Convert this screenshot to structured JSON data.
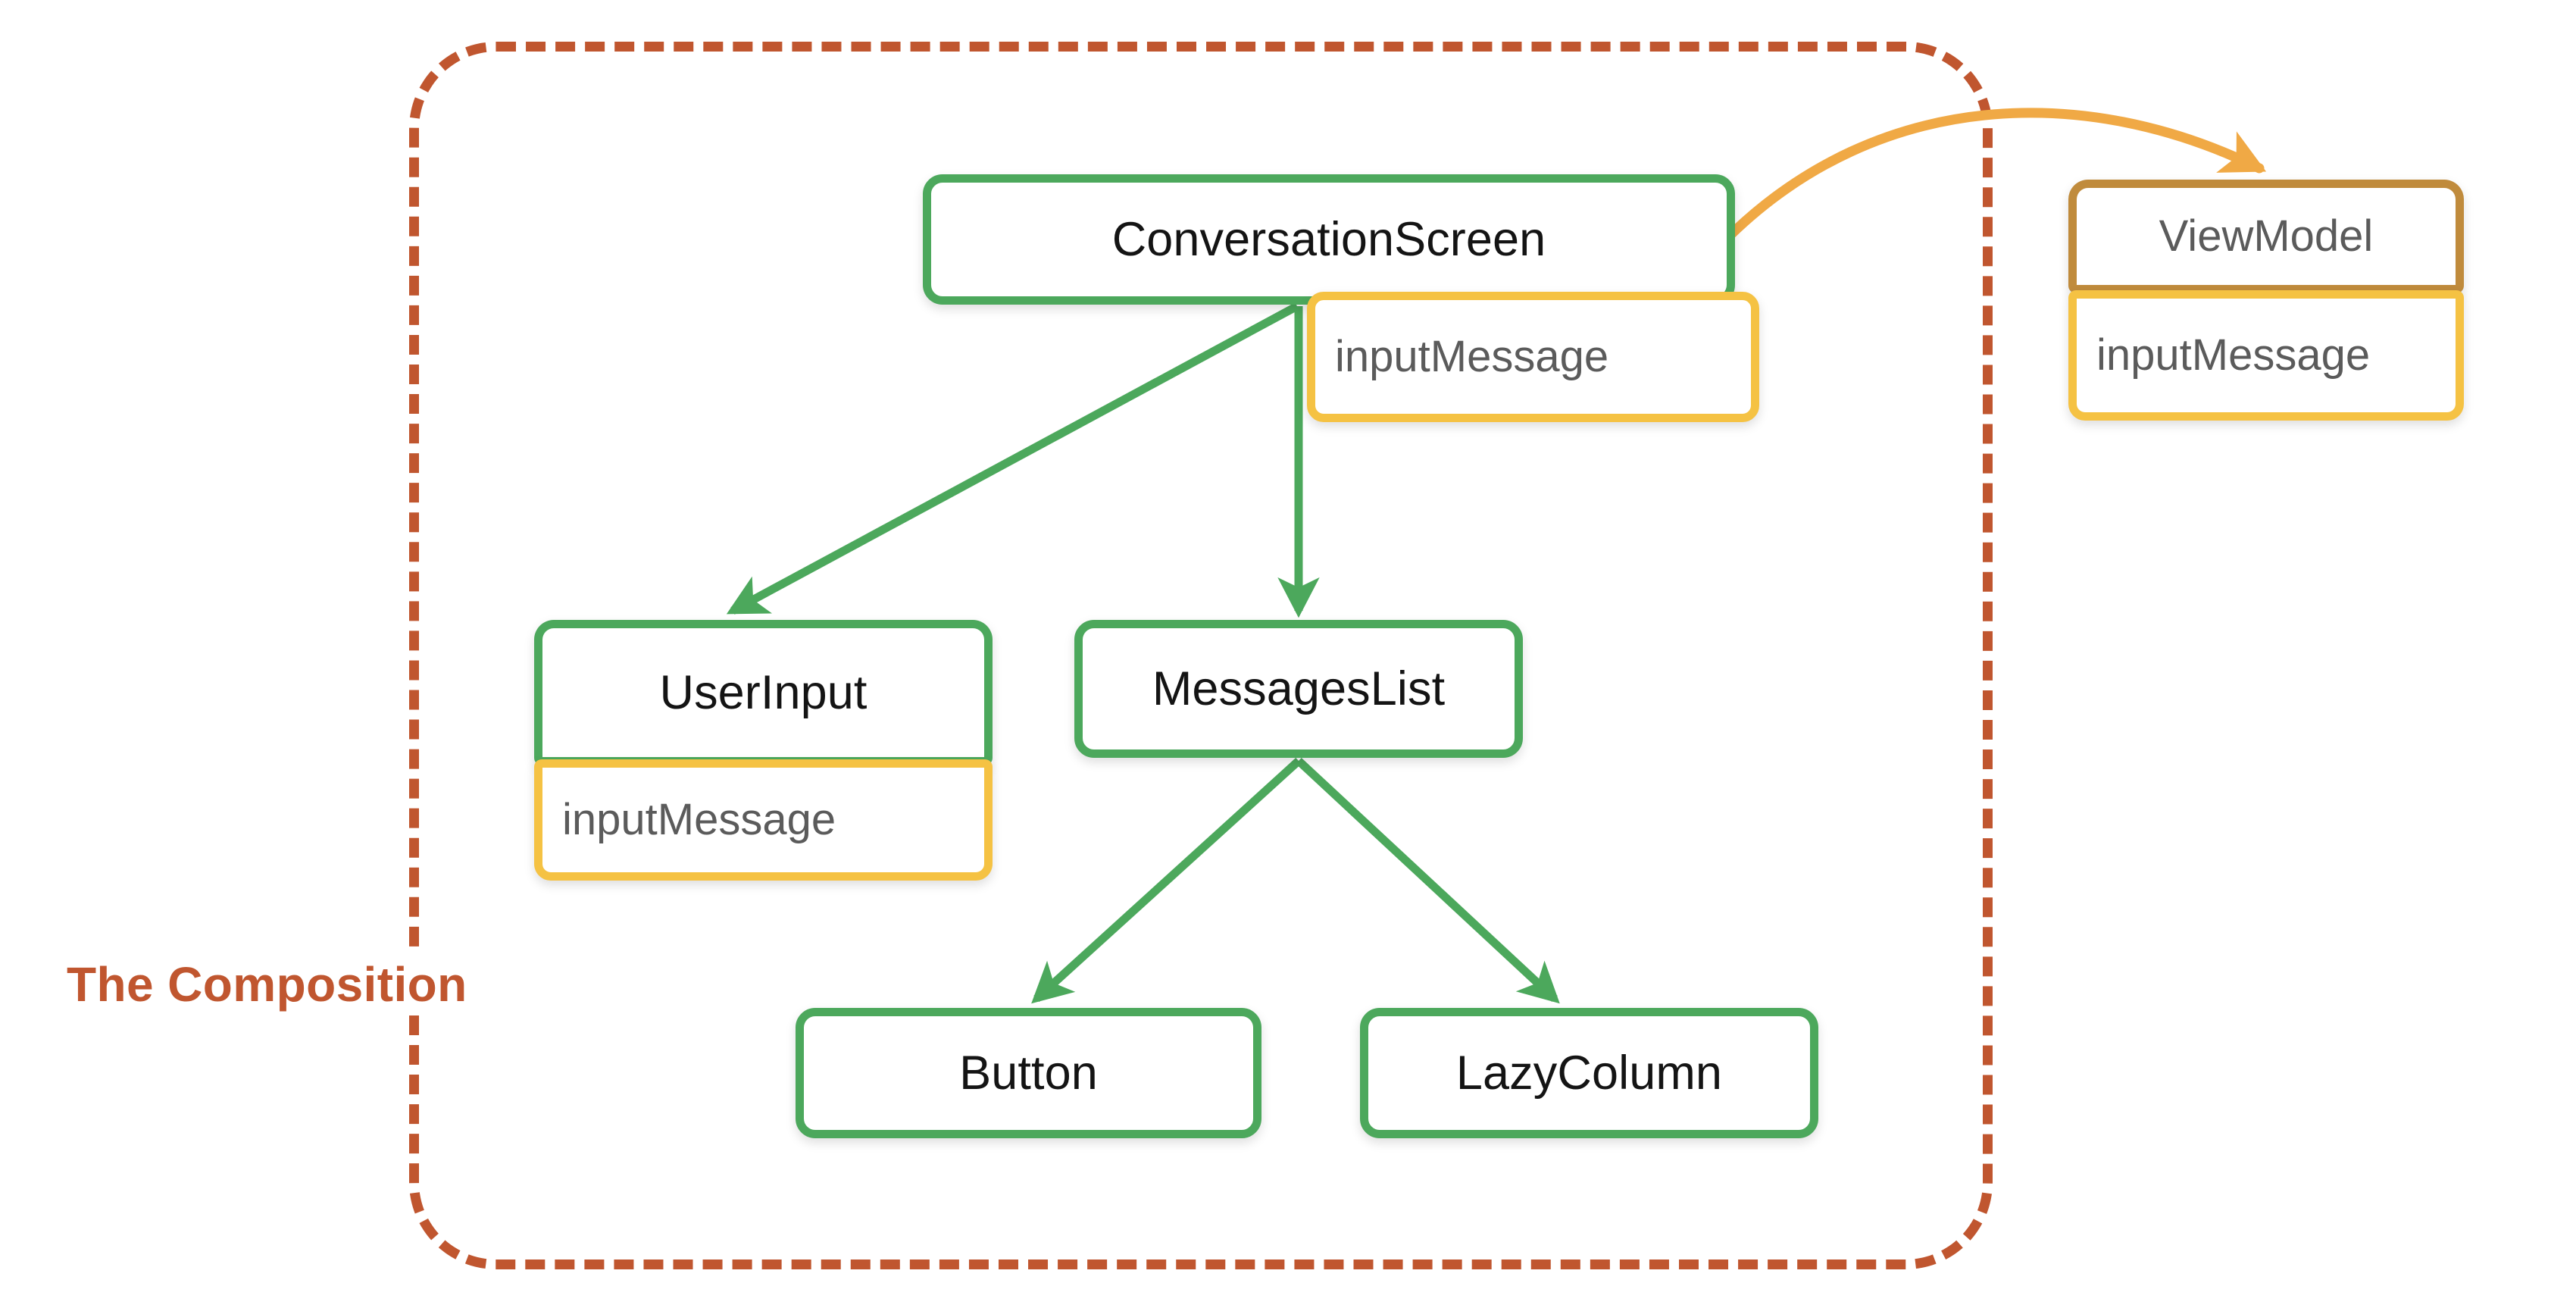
{
  "diagram": {
    "title": "The Composition",
    "boundary_label": "The Composition",
    "colors": {
      "composable_green": "#4CA85C",
      "state_yellow": "#F5C243",
      "viewmodel_brown": "#C08B3C",
      "boundary_orange": "#C0562F",
      "arrow_green": "#4CA85C",
      "arrow_orange": "#F0A945",
      "node_text_dark": "#141414",
      "state_text_gray": "#5B5B5B",
      "canvas": "#FFFFFF"
    }
  },
  "nodes": {
    "conversation_screen": {
      "label": "ConversationScreen",
      "kind": "composable"
    },
    "cs_input_message": {
      "label": "inputMessage",
      "kind": "state"
    },
    "view_model": {
      "label": "ViewModel",
      "kind": "viewmodel"
    },
    "vm_input_message": {
      "label": "inputMessage",
      "kind": "state"
    },
    "user_input": {
      "label": "UserInput",
      "kind": "composable"
    },
    "ui_input_message": {
      "label": "inputMessage",
      "kind": "state"
    },
    "messages_list": {
      "label": "MessagesList",
      "kind": "composable"
    },
    "button": {
      "label": "Button",
      "kind": "composable"
    },
    "lazy_column": {
      "label": "LazyColumn",
      "kind": "composable"
    }
  },
  "edges": [
    {
      "from": "conversation_screen",
      "to": "user_input",
      "color": "green",
      "style": "solid-arrow"
    },
    {
      "from": "conversation_screen",
      "to": "messages_list",
      "color": "green",
      "style": "solid-arrow"
    },
    {
      "from": "messages_list",
      "to": "button",
      "color": "green",
      "style": "solid-arrow"
    },
    {
      "from": "messages_list",
      "to": "lazy_column",
      "color": "green",
      "style": "solid-arrow"
    },
    {
      "from": "conversation_screen",
      "to": "view_model",
      "color": "orange",
      "style": "curved-arrow"
    }
  ]
}
